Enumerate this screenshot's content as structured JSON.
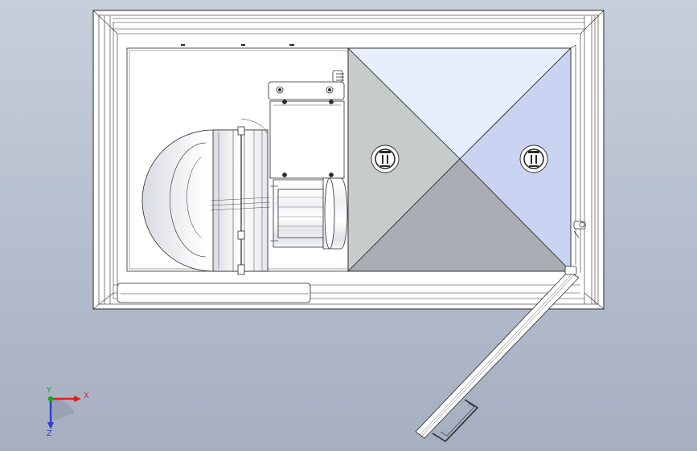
{
  "view": {
    "background_top": "#c7cfda",
    "background_bottom": "#a5afc1"
  },
  "model": {
    "frame_color": "#ffffff",
    "line_color": "#2a2a2a",
    "panel_colors": {
      "top": "#e8eefc",
      "left": "#c6cbcb",
      "right": "#cbd3f2",
      "bottom": "#a9adb3"
    }
  },
  "triad": {
    "x_label": "X",
    "y_label": "Y",
    "z_label": "Z",
    "x_color": "#e0201b",
    "y_color": "#1aa31a",
    "z_color": "#2d3fcf"
  }
}
